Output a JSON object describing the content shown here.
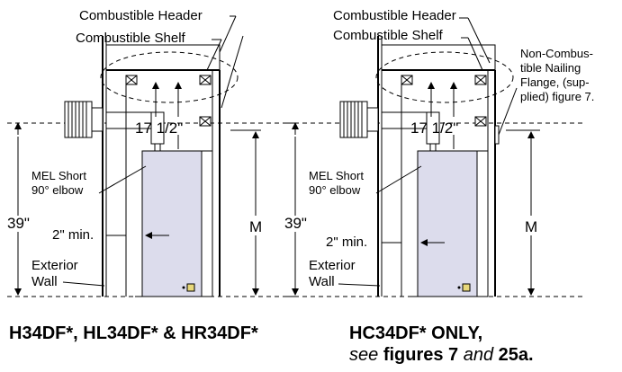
{
  "left": {
    "header_label": "Combustible Header",
    "shelf_label": "Combustible Shelf",
    "dimension_17": "17 1/2\"",
    "elbow_line1": "MEL Short",
    "elbow_line2": "90° elbow",
    "min_label": "2\" min.",
    "height_39": "39\"",
    "height_m": "M",
    "exterior_line1": "Exterior",
    "exterior_line2": "Wall",
    "caption": "H34DF*, HL34DF* & HR34DF*"
  },
  "right": {
    "header_label": "Combustible Header",
    "shelf_label": "Combustible Shelf",
    "flange_lines": [
      "Non-Combus-",
      "tible Nailing",
      "Flange, (sup-",
      "plied) figure 7."
    ],
    "dimension_17": "17 1/2\"",
    "elbow_line1": "MEL Short",
    "elbow_line2": "90° elbow",
    "min_label": "2\" min.",
    "height_39": "39\"",
    "height_m": "M",
    "exterior_line1": "Exterior",
    "exterior_line2": "Wall",
    "caption_line1": "HC34DF* ONLY,",
    "caption_see": "see",
    "caption_figures": "figures 7",
    "caption_and": "and",
    "caption_25a": "25a."
  },
  "colors": {
    "fireplace_fill": "#dcdcec",
    "wall_fill": "#ffffff",
    "line": "#000000"
  }
}
